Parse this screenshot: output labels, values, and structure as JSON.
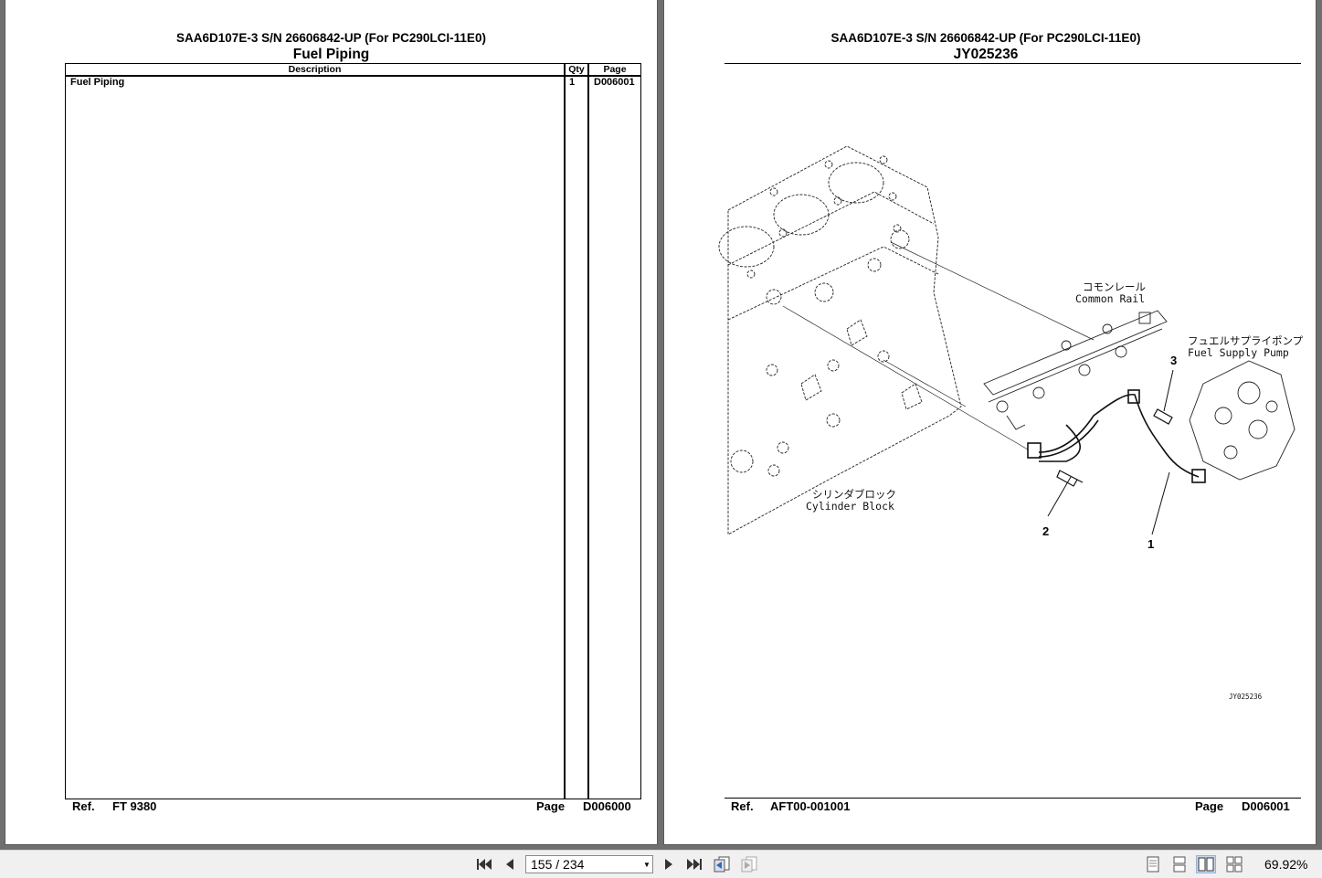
{
  "left_page": {
    "header_line1": "SAA6D107E-3 S/N 26606842-UP (For PC290LCI-11E0)",
    "header_line2": "Fuel Piping",
    "table": {
      "col_description": "Description",
      "col_qty": "Qty",
      "col_page": "Page",
      "rows": [
        {
          "description": "Fuel Piping",
          "qty": "1",
          "page": "D006001"
        }
      ]
    },
    "footer": {
      "ref_label": "Ref.",
      "ref_value": "FT 9380",
      "page_label": "Page",
      "page_value": "D006000"
    }
  },
  "right_page": {
    "header_line1": "SAA6D107E-3 S/N 26606842-UP (For PC290LCI-11E0)",
    "header_line2": "JY025236",
    "diagram": {
      "label_common_rail_jp": "コモンレール",
      "label_common_rail_en": "Common Rail",
      "label_pump_jp": "フュエルサプライポンプ",
      "label_pump_en": "Fuel Supply Pump",
      "label_block_jp": "シリンダブロック",
      "label_block_en": "Cylinder Block",
      "callout_1": "1",
      "callout_2": "2",
      "callout_3": "3",
      "drawing_code": "JY025236"
    },
    "footer": {
      "ref_label": "Ref.",
      "ref_value": "AFT00-001001",
      "page_label": "Page",
      "page_value": "D006001"
    }
  },
  "toolbar": {
    "page_indicator": "155 / 234",
    "zoom": "69.92%",
    "icons": {
      "first": "first-page-icon",
      "prev": "previous-page-icon",
      "next": "next-page-icon",
      "last": "last-page-icon",
      "back_view": "previous-view-icon",
      "fwd_view": "next-view-icon",
      "single": "single-page-view-icon",
      "continuous": "continuous-view-icon",
      "facing": "facing-pages-view-icon",
      "cont_facing": "continuous-facing-view-icon"
    }
  }
}
